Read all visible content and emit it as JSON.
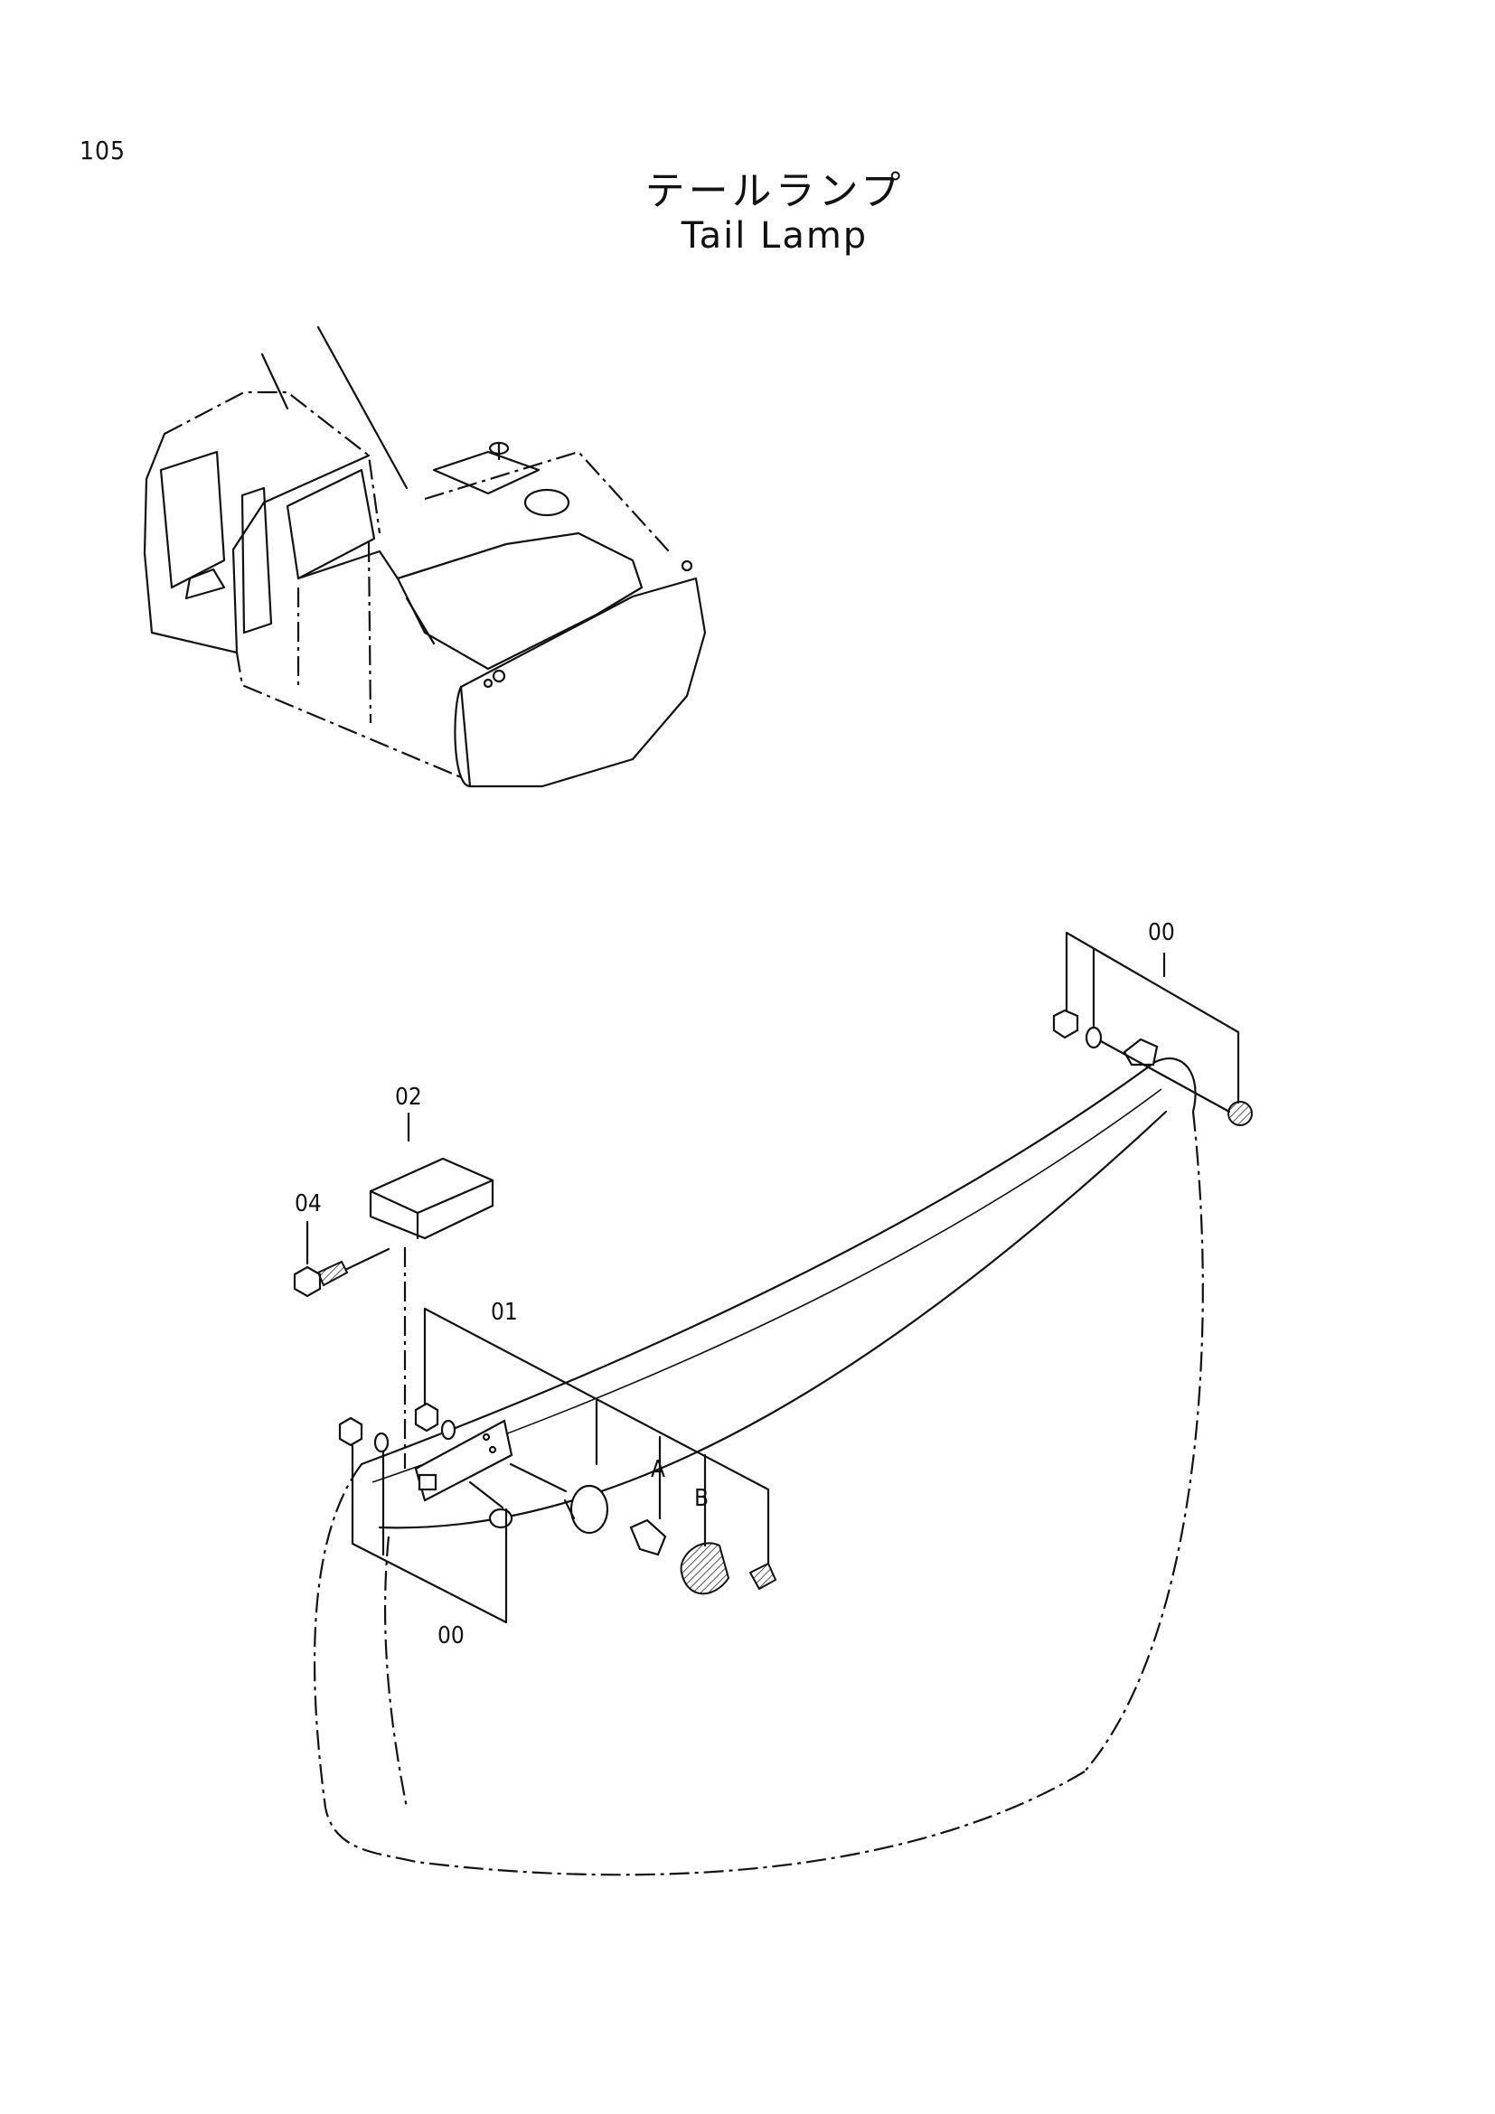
{
  "page_number": "105",
  "title_jp": "テールランプ",
  "title_en": "Tail Lamp",
  "callouts": {
    "right_kit": "00",
    "cover": "02",
    "bolt": "04",
    "lamp_assy": "01",
    "left_kit": "00",
    "bulb_ref": "A",
    "lens_ref": "B"
  }
}
